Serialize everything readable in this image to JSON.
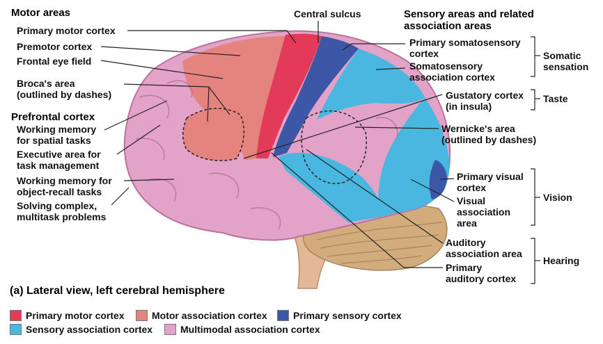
{
  "headings": {
    "motor": "Motor areas",
    "sensory": [
      "Sensory areas and related",
      "association areas"
    ],
    "prefrontal": "Prefrontal cortex"
  },
  "left_labels": {
    "primary_motor": "Primary motor cortex",
    "premotor": "Premotor cortex",
    "frontal_eye": "Frontal eye field",
    "broca": [
      "Broca's area",
      "(outlined by dashes)"
    ],
    "working_spatial": [
      "Working memory",
      "for spatial tasks"
    ],
    "executive": [
      "Executive area for",
      "task management"
    ],
    "working_object": [
      "Working memory for",
      "object-recall tasks"
    ],
    "solving": [
      "Solving complex,",
      "multitask problems"
    ]
  },
  "top_labels": {
    "central_sulcus": "Central sulcus"
  },
  "right_labels": {
    "primary_somatosensory": [
      "Primary somatosensory",
      "cortex"
    ],
    "somatosensory_assoc": [
      "Somatosensory",
      "association cortex"
    ],
    "gustatory": [
      "Gustatory cortex",
      "(in insula)"
    ],
    "wernicke": [
      "Wernicke's area",
      "(outlined by dashes)"
    ],
    "primary_visual": [
      "Primary visual",
      "cortex"
    ],
    "visual_assoc": [
      "Visual",
      "association",
      "area"
    ],
    "auditory_assoc": [
      "Auditory",
      "association area"
    ],
    "primary_auditory": [
      "Primary",
      "auditory cortex"
    ]
  },
  "categories": {
    "somatic": [
      "Somatic",
      "sensation"
    ],
    "taste": "Taste",
    "vision": "Vision",
    "hearing": "Hearing"
  },
  "caption": "(a) Lateral view, left cerebral hemisphere",
  "legend": [
    {
      "label": "Primary motor cortex",
      "color": "#e33a5a"
    },
    {
      "label": "Motor association cortex",
      "color": "#e5847e"
    },
    {
      "label": "Primary sensory cortex",
      "color": "#3b57a6"
    },
    {
      "label": "Sensory association cortex",
      "color": "#49b7df"
    },
    {
      "label": "Multimodal association cortex",
      "color": "#e3a2c7"
    }
  ]
}
